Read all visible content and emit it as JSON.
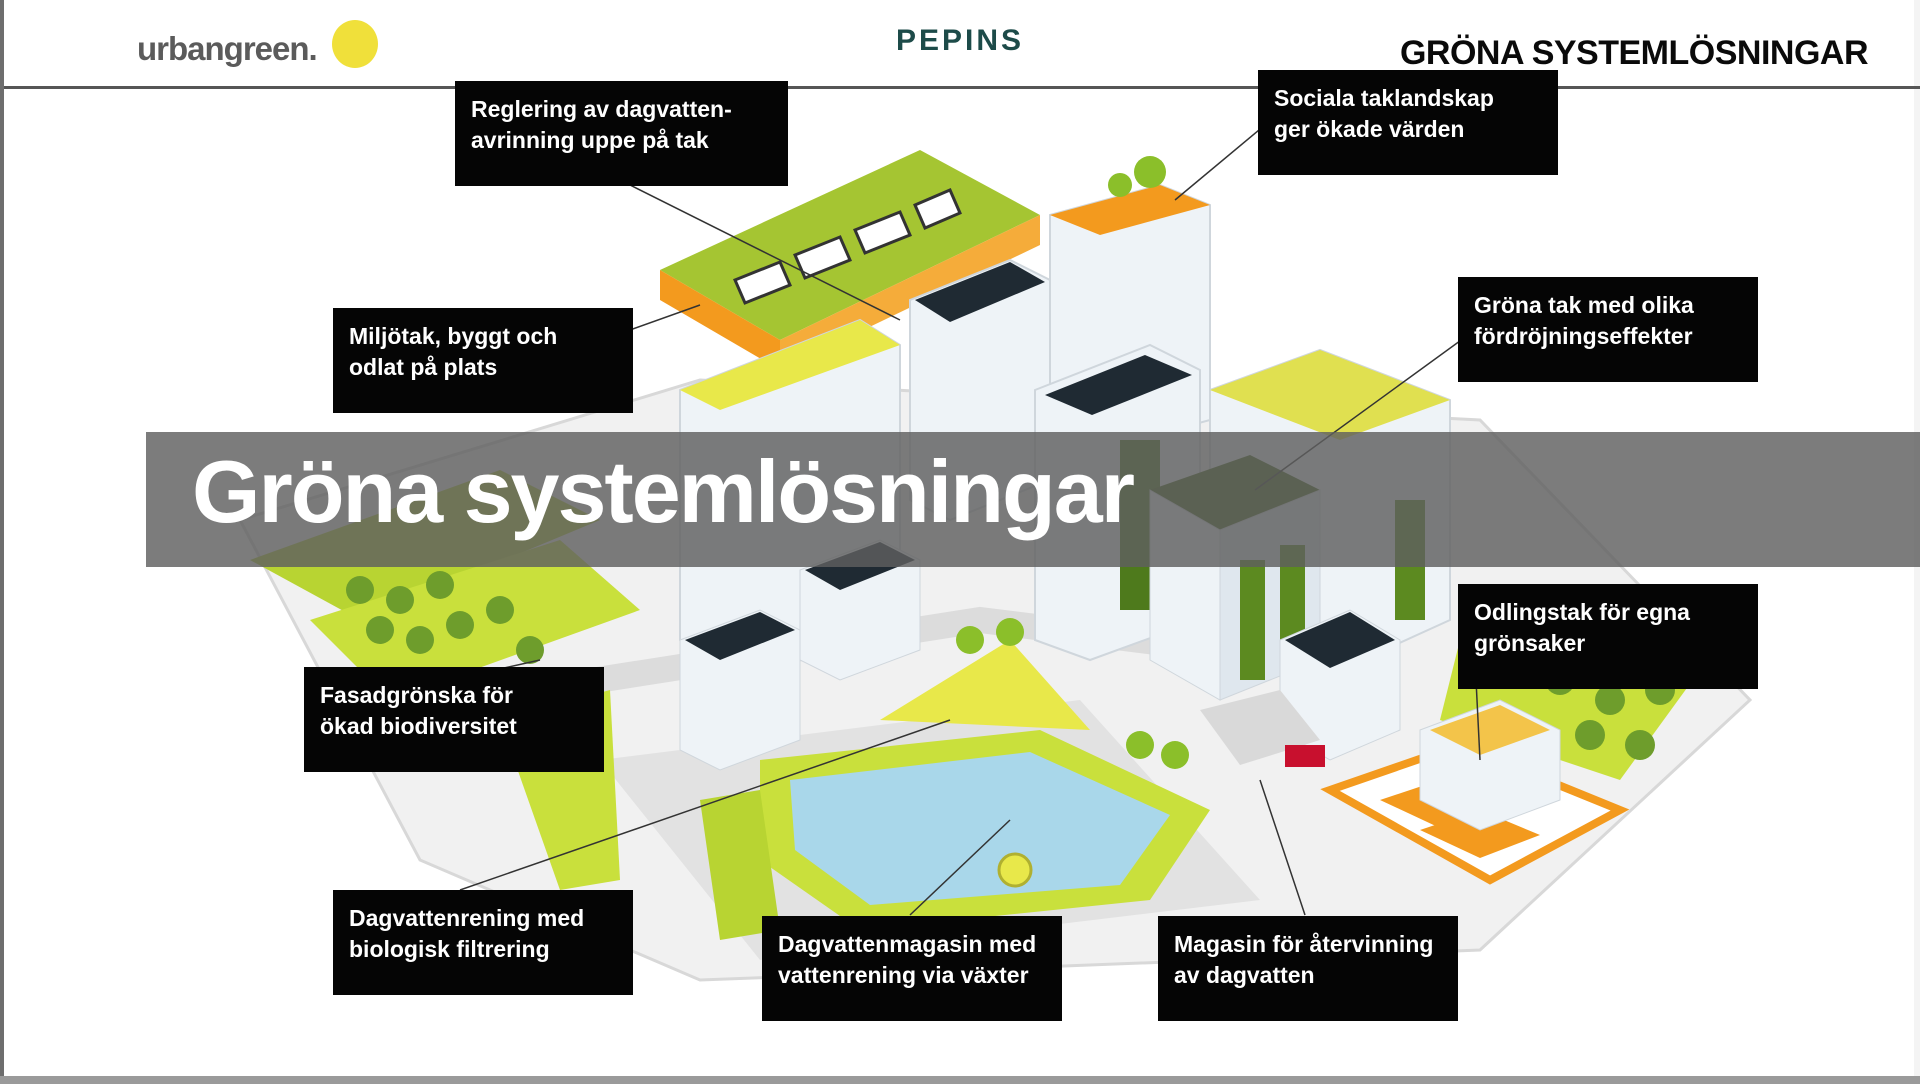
{
  "header": {
    "logo_text": "urbangreen.",
    "brand": "PEPINS",
    "section_title": "GRÖNA SYSTEMLÖSNINGAR"
  },
  "banner": {
    "title": "Gröna systemlösningar"
  },
  "labels": {
    "reglering": "Reglering av dagvatten-\navrinning uppe på tak",
    "sociala": "Sociala taklandskap\nger ökade värden",
    "miljotak": "Miljötak, byggt och\nodlat på plats",
    "grona_tak": "Gröna tak med olika\nfördröjningseffekter",
    "fasad": "Fasadgrönska för\nökad biodiversitet",
    "odlingstak": "Odlingstak för egna\ngrönsaker",
    "dagvattenrening": "Dagvattenrening med\nbiologisk filtrering",
    "dagvattenmagasin": "Dagvattenmagasin med\nvattenrening via växter",
    "magasin": "Magasin för återvinning\nav dagvatten"
  },
  "colors": {
    "lime": "#b8d432",
    "yellow": "#e8e84a",
    "orange": "#f39a1e",
    "water": "#a9d7ea",
    "dark_green": "#4a6b1c",
    "label_bg": "#050505",
    "banner_bg": "#5f5f5f"
  }
}
